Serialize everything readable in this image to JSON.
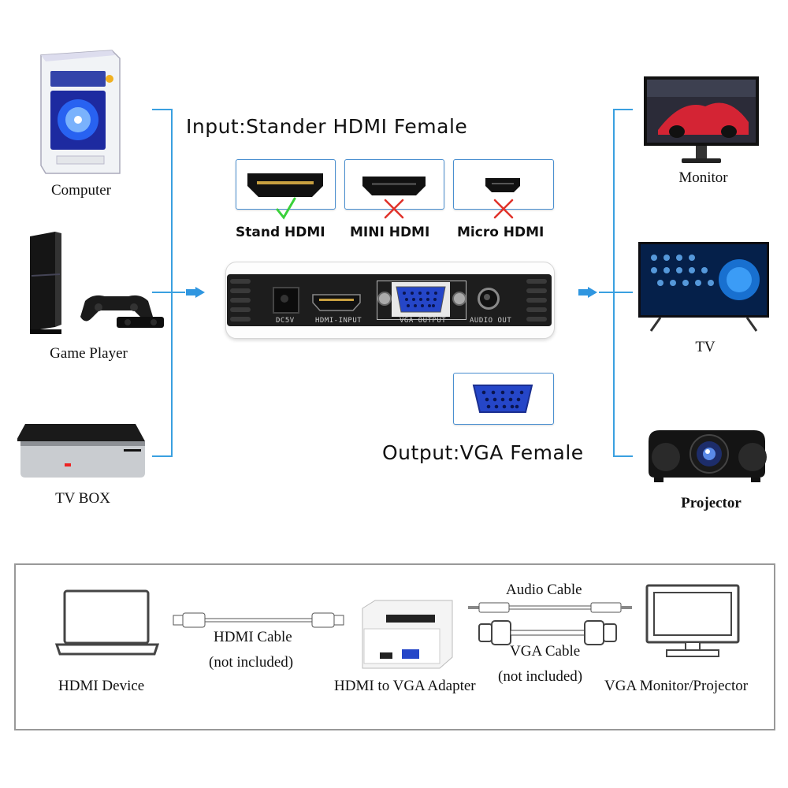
{
  "input_heading": "Input:Stander HDMI Female",
  "output_heading": "Output:VGA Female",
  "sources": [
    "Computer",
    "Game Player",
    "TV BOX"
  ],
  "targets": [
    "Monitor",
    "TV",
    "Projector"
  ],
  "connectors": [
    {
      "label": "Stand HDMI",
      "mark": "check"
    },
    {
      "label": "MINI HDMI",
      "mark": "cross"
    },
    {
      "label": "Micro HDMI",
      "mark": "cross"
    }
  ],
  "device_ports": {
    "dc": "DC5V",
    "hdmi": "HDMI-INPUT",
    "vga": "VGA OUTPUT",
    "audio": "AUDIO OUT"
  },
  "bottom": {
    "hdmi_device": "HDMI Device",
    "hdmi_cable": "HDMI Cable",
    "hdmi_cable_note": "(not included)",
    "adapter": "HDMI to VGA Adapter",
    "audio_cable": "Audio Cable",
    "vga_cable": "VGA Cable",
    "vga_cable_note": "(not included)",
    "monitor": "VGA Monitor/Projector"
  },
  "colors": {
    "accent_line": "#3aa0e0",
    "check": "#3ad13a",
    "cross": "#e0322a",
    "vga_blue": "#2546c8"
  }
}
